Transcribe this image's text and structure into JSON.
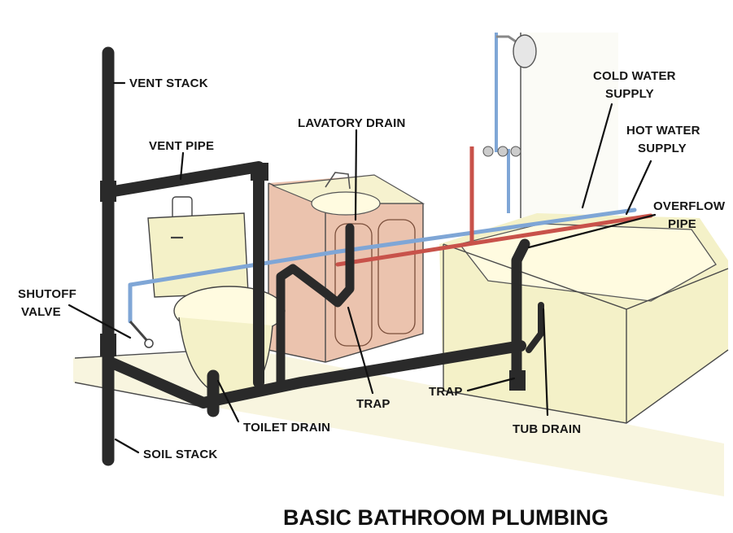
{
  "title": "BASIC BATHROOM PLUMBING",
  "labels": {
    "vent_stack": "VENT STACK",
    "vent_pipe": "VENT PIPE",
    "lavatory_drain": "LAVATORY DRAIN",
    "cold_water_1": "COLD WATER",
    "cold_water_2": "SUPPLY",
    "hot_water_1": "HOT WATER",
    "hot_water_2": "SUPPLY",
    "overflow_1": "OVERFLOW",
    "overflow_2": "PIPE",
    "shutoff_1": "SHUTOFF",
    "shutoff_2": "VALVE",
    "trap_lav": "TRAP",
    "trap_tub": "TRAP",
    "toilet_drain": "TOILET DRAIN",
    "tub_drain": "TUB DRAIN",
    "soil_stack": "SOIL STACK"
  },
  "colors": {
    "drain_pipe": "#2a2a2a",
    "cold_water": "#7fa6d6",
    "hot_water": "#c8524a",
    "fixture_wash": "#f4f1c8",
    "vanity_wash": "#e8b8a0"
  }
}
